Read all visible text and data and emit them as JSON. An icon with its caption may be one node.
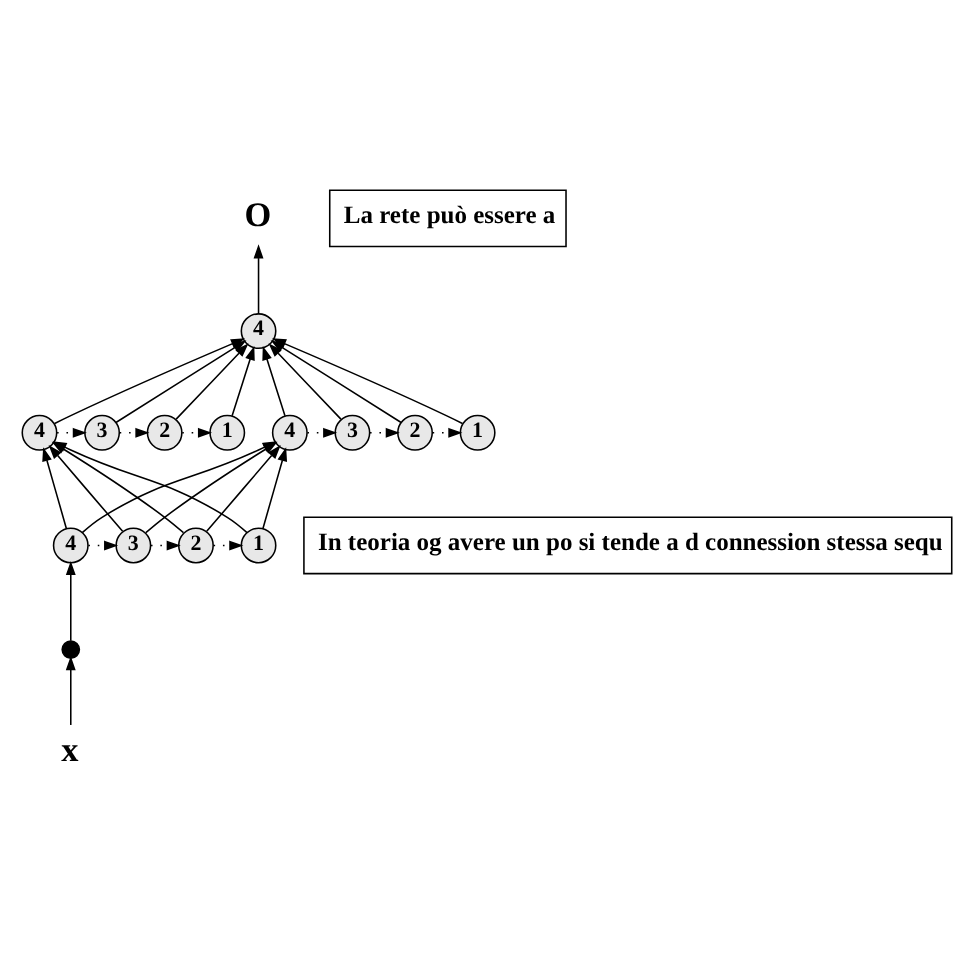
{
  "diagram": {
    "nodes": [
      {
        "text": [
          "O"
        ]
      },
      {
        "text": [
          "La rete può essere a"
        ]
      },
      {
        "text": [
          "4"
        ]
      },
      {
        "text": [
          "4"
        ]
      },
      {
        "text": [
          "3"
        ]
      },
      {
        "text": [
          "2"
        ]
      },
      {
        "text": [
          "1"
        ]
      },
      {
        "text": [
          "4"
        ]
      },
      {
        "text": [
          "3"
        ]
      },
      {
        "text": [
          "2"
        ]
      },
      {
        "text": [
          "1"
        ]
      },
      {
        "text": [
          "In teoria og avere un po si tende a d connession stessa sequ"
        ]
      },
      {
        "text": [
          "4"
        ]
      },
      {
        "text": [
          "3"
        ]
      },
      {
        "text": [
          "2"
        ]
      },
      {
        "text": [
          "1"
        ]
      },
      {
        "text": [],
        "shape": "circle"
      },
      {
        "text": [
          "x"
        ]
      }
    ],
    "edges": [
      {
        "from": 2,
        "to": 0,
        "arrow": "to"
      },
      {
        "from": 3,
        "to": 2,
        "arrow": "to"
      },
      {
        "from": 4,
        "to": 2,
        "arrow": "to"
      },
      {
        "from": 5,
        "to": 2,
        "arrow": "to"
      },
      {
        "from": 6,
        "to": 2,
        "arrow": "to"
      },
      {
        "from": 7,
        "to": 2,
        "arrow": "to"
      },
      {
        "from": 8,
        "to": 2,
        "arrow": "to"
      },
      {
        "from": 9,
        "to": 2,
        "arrow": "to"
      },
      {
        "from": 10,
        "to": 2,
        "arrow": "to"
      },
      {
        "from": 3,
        "to": 4,
        "arrow": "to",
        "style": "dashed"
      },
      {
        "from": 4,
        "to": 5,
        "arrow": "to",
        "style": "dashed"
      },
      {
        "from": 5,
        "to": 6,
        "arrow": "to",
        "style": "dashed"
      },
      {
        "from": 7,
        "to": 8,
        "arrow": "to",
        "style": "dashed"
      },
      {
        "from": 8,
        "to": 9,
        "arrow": "to",
        "style": "dashed"
      },
      {
        "from": 9,
        "to": 10,
        "arrow": "to",
        "style": "dashed"
      },
      {
        "from": 12,
        "to": 3,
        "arrow": "to"
      },
      {
        "from": 13,
        "to": 3,
        "arrow": "to"
      },
      {
        "from": 14,
        "to": 3,
        "arrow": "to"
      },
      {
        "from": 15,
        "to": 3,
        "arrow": "to"
      },
      {
        "from": 12,
        "to": 7,
        "arrow": "to"
      },
      {
        "from": 13,
        "to": 7,
        "arrow": "to"
      },
      {
        "from": 14,
        "to": 7,
        "arrow": "to"
      },
      {
        "from": 15,
        "to": 7,
        "arrow": "to"
      },
      {
        "from": 12,
        "to": 13,
        "arrow": "to",
        "style": "dashed"
      },
      {
        "from": 13,
        "to": 14,
        "arrow": "to",
        "style": "dashed"
      },
      {
        "from": 14,
        "to": 15,
        "arrow": "to",
        "style": "dashed"
      },
      {
        "from": 16,
        "to": 12,
        "arrow": "to"
      },
      {
        "from": 17,
        "to": 16,
        "arrow": "to"
      }
    ]
  }
}
